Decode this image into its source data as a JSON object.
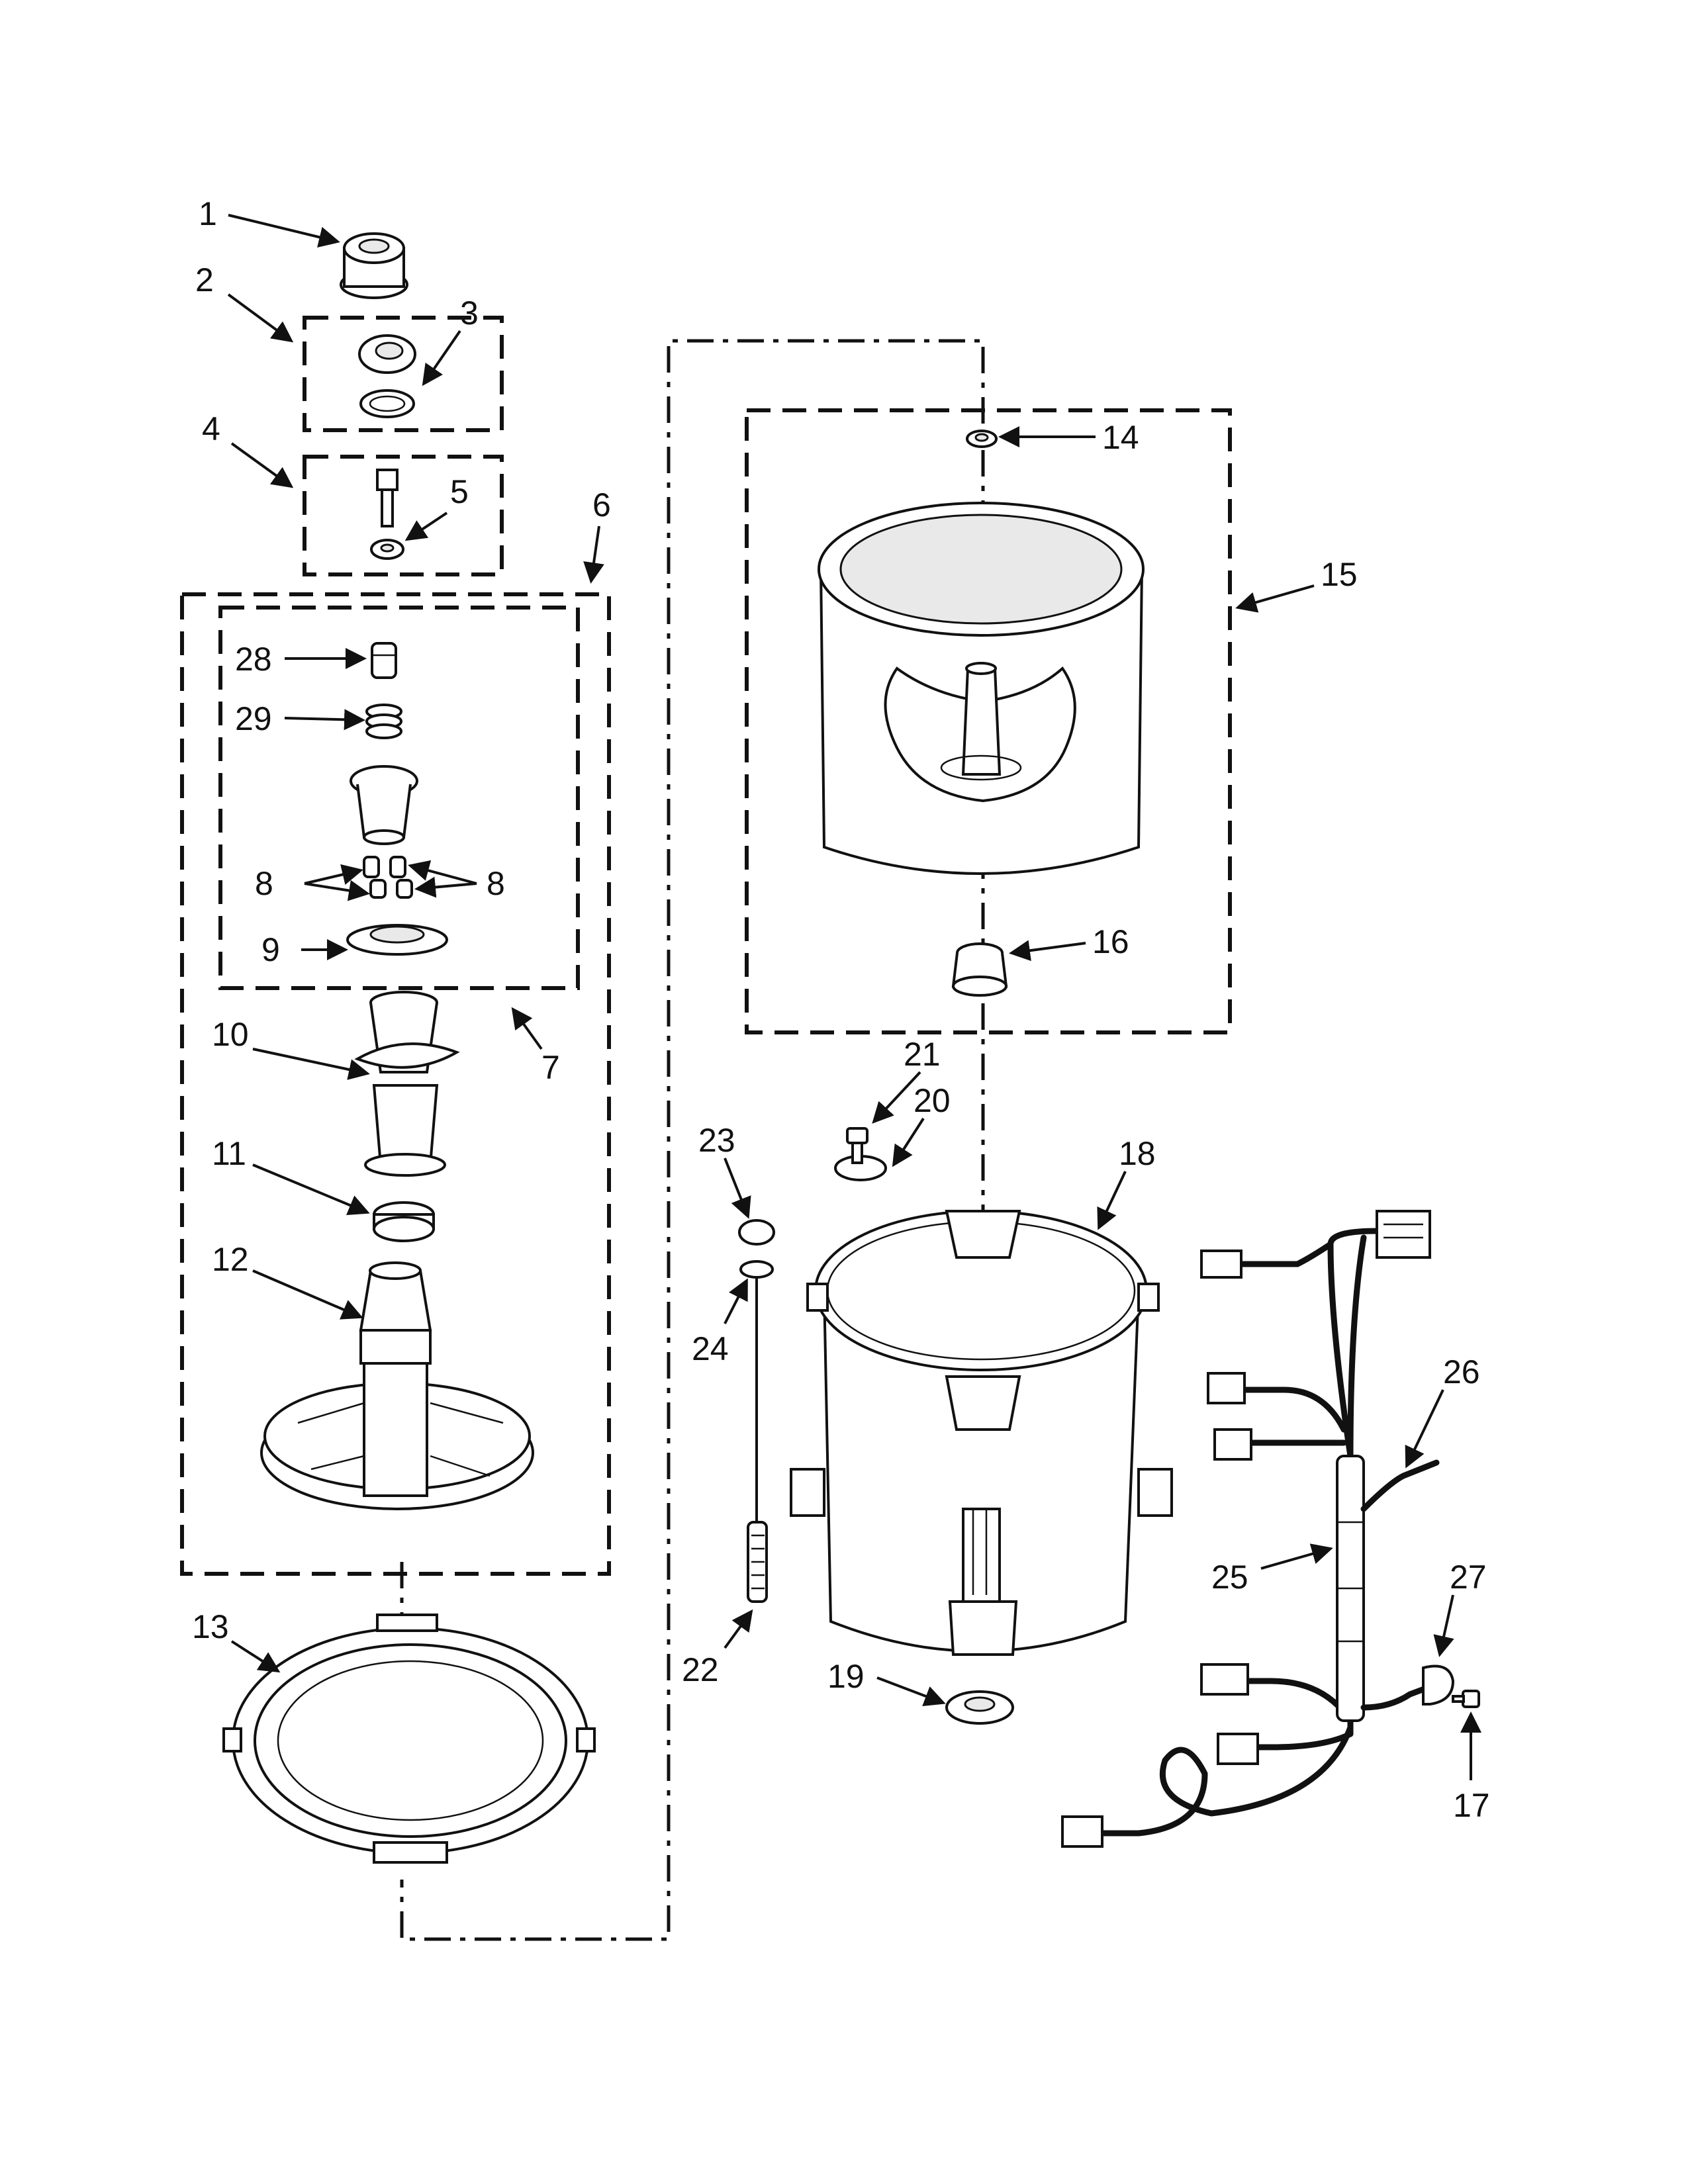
{
  "callouts": [
    {
      "id": "c1",
      "text": "1"
    },
    {
      "id": "c2",
      "text": "2"
    },
    {
      "id": "c3",
      "text": "3"
    },
    {
      "id": "c4",
      "text": "4"
    },
    {
      "id": "c5",
      "text": "5"
    },
    {
      "id": "c6",
      "text": "6"
    },
    {
      "id": "c7",
      "text": "7"
    },
    {
      "id": "c8a",
      "text": "8"
    },
    {
      "id": "c8b",
      "text": "8"
    },
    {
      "id": "c9",
      "text": "9"
    },
    {
      "id": "c10",
      "text": "10"
    },
    {
      "id": "c11",
      "text": "11"
    },
    {
      "id": "c12",
      "text": "12"
    },
    {
      "id": "c13",
      "text": "13"
    },
    {
      "id": "c14",
      "text": "14"
    },
    {
      "id": "c15",
      "text": "15"
    },
    {
      "id": "c16",
      "text": "16"
    },
    {
      "id": "c17",
      "text": "17"
    },
    {
      "id": "c18",
      "text": "18"
    },
    {
      "id": "c19",
      "text": "19"
    },
    {
      "id": "c20",
      "text": "20"
    },
    {
      "id": "c21",
      "text": "21"
    },
    {
      "id": "c22",
      "text": "22"
    },
    {
      "id": "c23",
      "text": "23"
    },
    {
      "id": "c24",
      "text": "24"
    },
    {
      "id": "c25",
      "text": "25"
    },
    {
      "id": "c26",
      "text": "26"
    },
    {
      "id": "c27",
      "text": "27"
    },
    {
      "id": "c28",
      "text": "28"
    },
    {
      "id": "c29",
      "text": "29"
    }
  ]
}
